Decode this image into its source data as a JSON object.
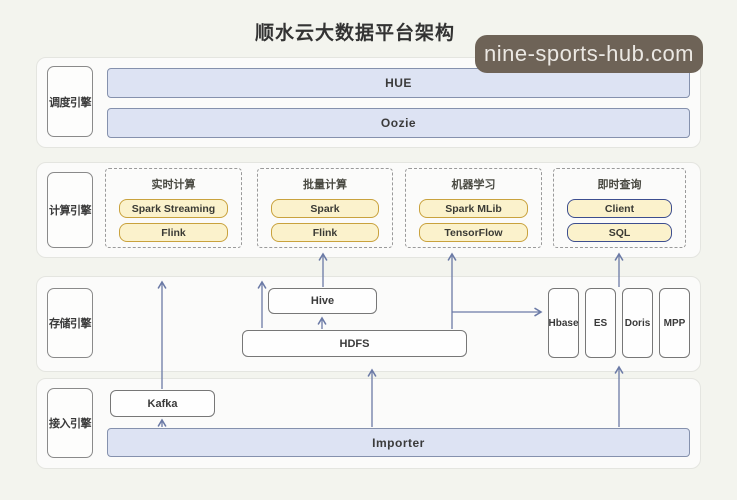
{
  "title": "顺水云大数据平台架构",
  "watermark": "nine-sports-hub.com",
  "colors": {
    "page_bg": "#f3f4ee",
    "section_bg": "#fbfbfa",
    "bar_fill": "#dde3f3",
    "bar_border": "#8591ad",
    "yellow_fill": "#fbf2cc",
    "yellow_border": "#c9a23d",
    "query_box_border": "#3d4e8f",
    "node_border": "#777777",
    "arrow": "#6b7aa6",
    "watermark_bg": "#6e6357",
    "watermark_text": "#ebe8e3",
    "title_color": "#333333"
  },
  "sections": [
    {
      "id": "scheduling",
      "label": "调度引擎",
      "bars": [
        "HUE",
        "Oozie"
      ]
    },
    {
      "id": "computing",
      "label": "计算引擎",
      "groups": [
        {
          "title": "实时计算",
          "items": [
            "Spark Streaming",
            "Flink"
          ]
        },
        {
          "title": "批量计算",
          "items": [
            "Spark",
            "Flink"
          ]
        },
        {
          "title": "机器学习",
          "items": [
            "Spark MLib",
            "TensorFlow"
          ]
        },
        {
          "title": "即时查询",
          "items": [
            "Client",
            "SQL"
          ]
        }
      ]
    },
    {
      "id": "storage",
      "label": "存储引擎",
      "hive": "Hive",
      "hdfs": "HDFS",
      "columns": [
        "Hbase",
        "ES",
        "Doris",
        "MPP"
      ]
    },
    {
      "id": "access",
      "label": "接入引擎",
      "kafka": "Kafka",
      "importer": "Importer"
    }
  ],
  "edges": [
    {
      "from": "Importer",
      "to": "Kafka"
    },
    {
      "from": "Kafka",
      "to": "实时计算"
    },
    {
      "from": "Importer",
      "to": "HDFS"
    },
    {
      "from": "Importer",
      "to": "存储引擎"
    },
    {
      "from": "HDFS",
      "to": "Hive"
    },
    {
      "from": "HDFS",
      "to": "计算引擎"
    },
    {
      "from": "Hive",
      "to": "批量计算"
    },
    {
      "from": "HDFS",
      "to": "机器学习"
    },
    {
      "from": "HDFS",
      "to": "Hbase"
    },
    {
      "from": "存储引擎",
      "to": "即时查询"
    }
  ]
}
